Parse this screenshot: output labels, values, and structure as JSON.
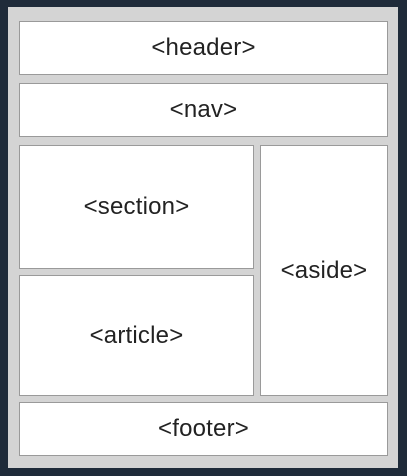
{
  "layout_diagram": {
    "header": "<header>",
    "nav": "<nav>",
    "section": "<section>",
    "article": "<article>",
    "aside": "<aside>",
    "footer": "<footer>"
  }
}
